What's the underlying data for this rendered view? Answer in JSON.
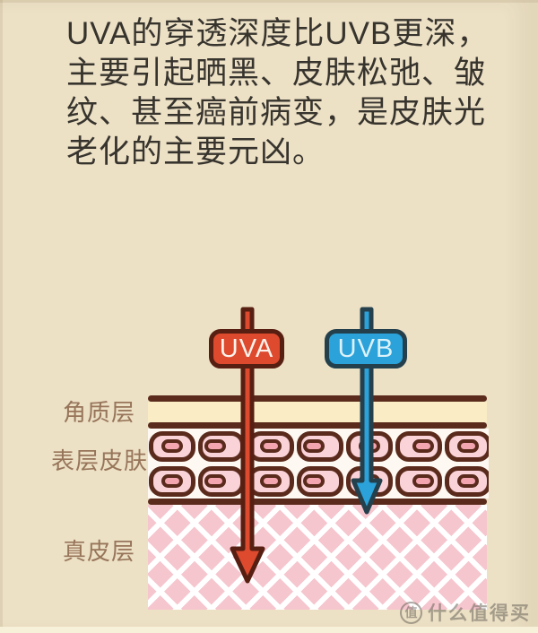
{
  "intro": {
    "lines": [
      "UVA的穿透深度比UVB更深，",
      "主要引起晒黑、皮肤松弛、皱",
      "纹、甚至癌前病变，是皮肤光",
      "老化的主要元凶。"
    ]
  },
  "diagram": {
    "uva_badge": "UVA",
    "uvb_badge": "UVB",
    "layer_labels": {
      "stratum_corneum": "角质层",
      "epidermis": "表层皮肤",
      "dermis": "真皮层"
    },
    "depth_note": "UVA arrow penetrates deep into dermis; UVB arrow stops at top of dermis"
  },
  "watermark": {
    "logo": "值",
    "text": "什么值得买"
  },
  "colors": {
    "bg": "#ece0c5",
    "text-dark": "#37342e",
    "label-brown": "#97755a",
    "outline-dark": "#5a2a1c",
    "uva-red": "#dd4a2e",
    "uva-outline": "#571f12",
    "uvb-blue": "#2ba2d9",
    "uvb-outline": "#24404d",
    "uva-badge-text": "#fdf3ec",
    "uvb-badge-text": "#dcf2fa",
    "stratum-cream": "#faedc5",
    "epidermis-bg": "#fdf8f1",
    "cell-pink": "#f9d3d8",
    "nucleus-pink": "#f3a6b0",
    "dermis-pink": "#f6c6ce",
    "watermark-gray": "rgba(105,100,90,0.55)"
  }
}
